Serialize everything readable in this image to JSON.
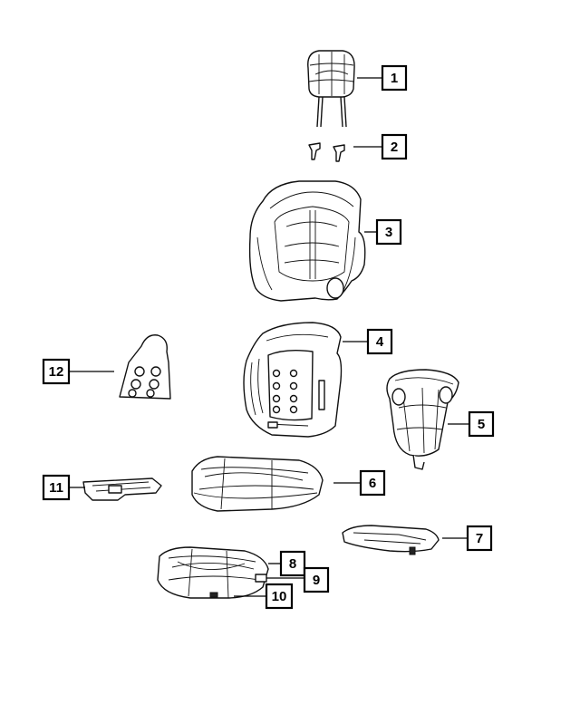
{
  "callouts": {
    "c1": "1",
    "c2": "2",
    "c3": "3",
    "c4": "4",
    "c5": "5",
    "c6": "6",
    "c7": "7",
    "c8": "8",
    "c9": "9",
    "c10": "10",
    "c11": "11",
    "c12": "12"
  },
  "colors": {
    "line": "#000000",
    "background": "#ffffff"
  }
}
